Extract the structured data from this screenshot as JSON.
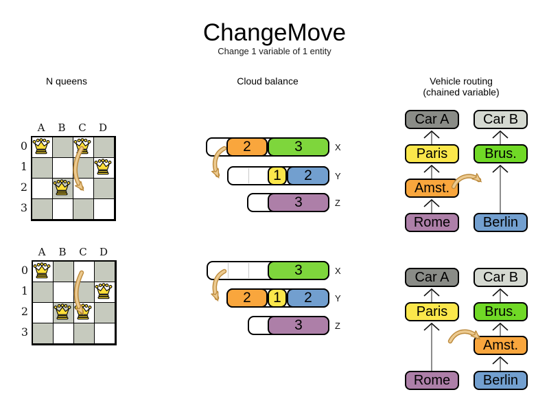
{
  "header": {
    "title": "ChangeMove",
    "subtitle": "Change 1 variable of 1 entity"
  },
  "sections": {
    "nqueens": {
      "label": "N queens"
    },
    "cloud": {
      "label": "Cloud balance"
    },
    "vehicle": {
      "label_line1": "Vehicle routing",
      "label_line2": "(chained variable)"
    }
  },
  "nqueens": {
    "col_labels": [
      "A",
      "B",
      "C",
      "D"
    ],
    "row_labels": [
      "0",
      "1",
      "2",
      "3"
    ],
    "before": {
      "queens": [
        "A0",
        "C0",
        "D1",
        "B2"
      ],
      "move": {
        "from": "C0",
        "to": "C2"
      }
    },
    "after": {
      "queens": [
        "A0",
        "D1",
        "B2",
        "C2"
      ],
      "move": {
        "from": "C0",
        "to": "C2"
      }
    }
  },
  "cloud": {
    "before": {
      "rows": [
        {
          "label": "X",
          "blocks": [
            {
              "value": "2",
              "color": "orange"
            },
            {
              "value": "3",
              "color": "green"
            }
          ]
        },
        {
          "label": "Y",
          "blocks": [
            {
              "value": "1",
              "color": "yellow"
            },
            {
              "value": "2",
              "color": "blue"
            }
          ]
        },
        {
          "label": "Z",
          "blocks": [
            {
              "value": "3",
              "color": "purple"
            }
          ]
        }
      ],
      "move": {
        "process": "2",
        "from": "X",
        "to": "Y"
      }
    },
    "after": {
      "rows": [
        {
          "label": "X",
          "blocks": [
            {
              "value": "3",
              "color": "green"
            }
          ]
        },
        {
          "label": "Y",
          "blocks": [
            {
              "value": "2",
              "color": "orange"
            },
            {
              "value": "1",
              "color": "yellow"
            },
            {
              "value": "2",
              "color": "blue"
            }
          ]
        },
        {
          "label": "Z",
          "blocks": [
            {
              "value": "3",
              "color": "purple"
            }
          ]
        }
      ],
      "move": {
        "process": "2",
        "from": "X",
        "to": "Y"
      }
    }
  },
  "vehicle": {
    "before": {
      "chain_a": [
        "Car A",
        "Paris",
        "Amst.",
        "Rome"
      ],
      "chain_b": [
        "Car B",
        "Brus.",
        "Berlin"
      ],
      "move": {
        "entity": "Amst.",
        "from": "chain_a",
        "to": "chain_b"
      }
    },
    "after": {
      "chain_a": [
        "Car A",
        "Paris",
        "Rome"
      ],
      "chain_b": [
        "Car B",
        "Brus.",
        "Amst.",
        "Berlin"
      ],
      "move": {
        "entity": "Amst.",
        "from": "chain_a",
        "to": "chain_b"
      }
    }
  },
  "colors": {
    "orange": "#f9a63d",
    "green_cloud": "#7ed63c",
    "green_vehicle": "#70d926",
    "yellow": "#fbe74b",
    "blue": "#729fcf",
    "purple": "#ad7fa8",
    "car_dark_gray": "#8a8c87",
    "car_light_gray": "#d5d9d1",
    "board_dark_square": "#c6cabe",
    "move_arrow_fill": "#ecca90",
    "move_arrow_stroke": "#bc8a3c",
    "chain_line_gray": "#808080"
  }
}
